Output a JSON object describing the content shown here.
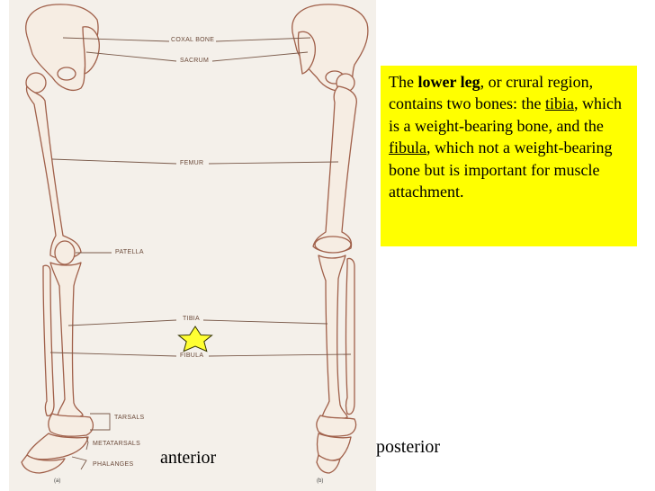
{
  "labels": {
    "coxal_bone": "COXAL BONE",
    "sacrum": "SACRUM",
    "femur": "FEMUR",
    "patella": "PATELLA",
    "tibia": "TIBIA",
    "fibula": "FIBULA",
    "tarsals": "TARSALS",
    "metatarsals": "METATARSALS",
    "phalanges": "PHALANGES"
  },
  "captions": {
    "anterior": "anterior",
    "posterior": "posterior",
    "panel_a": "(a)",
    "panel_b": "(b)"
  },
  "info_box": {
    "t1": "The ",
    "t2": "lower leg",
    "t3": ", or crural region, contains two bones: the ",
    "t4": "tibia",
    "t5": ", which is a weight-bearing bone, and the ",
    "t6": "fibula",
    "t7": ", which not a weight-bearing bone but is important for muscle attachment."
  },
  "colors": {
    "bone_outline": "#a0604a",
    "bone_fill": "#f6ede3",
    "leader_line": "#7a5a4a",
    "box_bg": "#ffff00",
    "star_fill": "#ffff33"
  }
}
